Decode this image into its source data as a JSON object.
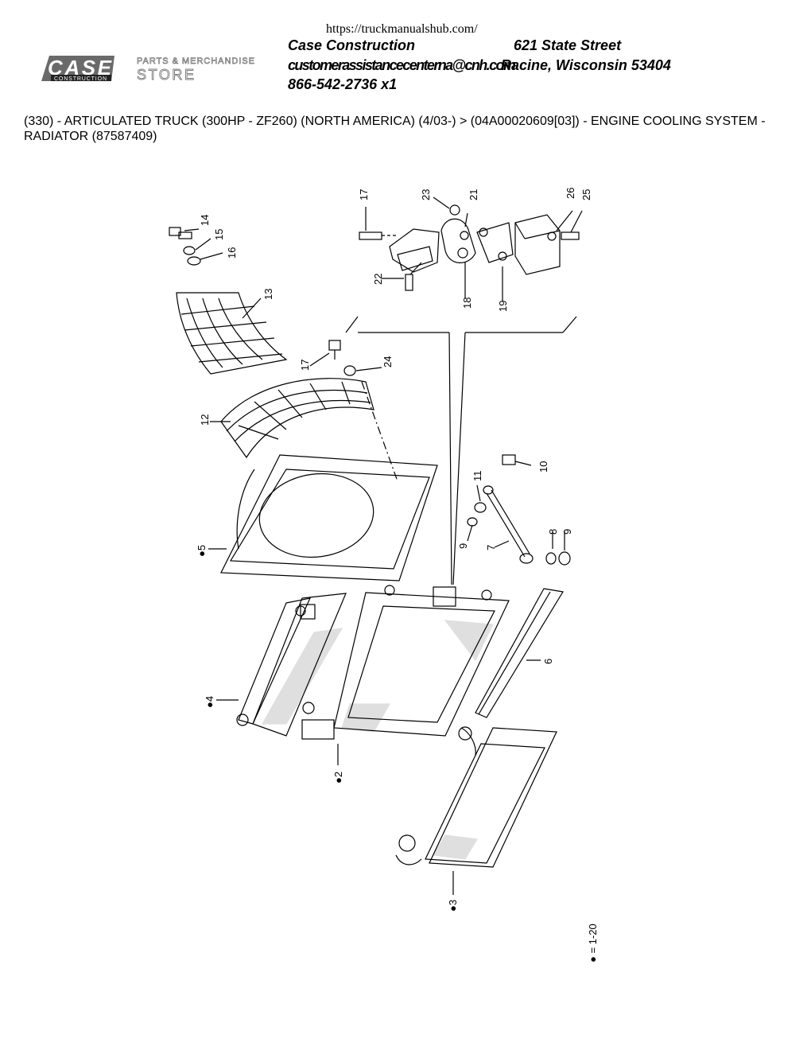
{
  "header": {
    "url": "https://truckmanualshub.com/",
    "logo_text": "CASE",
    "logo_sub": "CONSTRUCTION",
    "store_line1": "PARTS & MERCHANDISE",
    "store_line2": "STORE",
    "company": "Case Construction",
    "street": "621 State Street",
    "email": "customerassistancecenterna@cnh.com",
    "city": "Racine, Wisconsin 53404",
    "phone": "866-542-2736 x1"
  },
  "page_title": "(330) - ARTICULATED TRUCK (300HP - ZF260) (NORTH AMERICA) (4/03-) > (04A00020609[03]) - ENGINE COOLING SYSTEM - RADIATOR (87587409)",
  "diagram": {
    "callouts": {
      "c17a": "17",
      "c23": "23",
      "c21": "21",
      "c26": "26",
      "c25": "25",
      "c22": "22",
      "c18": "18",
      "c19": "19",
      "c14": "14",
      "c15": "15",
      "c16": "16",
      "c13": "13",
      "c17b": "17",
      "c24": "24",
      "c12": "12",
      "c10": "10",
      "c11": "11",
      "c9a": "9",
      "c8": "8",
      "c9b": "9",
      "c7": "7",
      "c5": "●5",
      "c6": "6",
      "c4": "●4",
      "c2": "●2",
      "c3": "●3"
    },
    "legend": "● = 1-20"
  }
}
